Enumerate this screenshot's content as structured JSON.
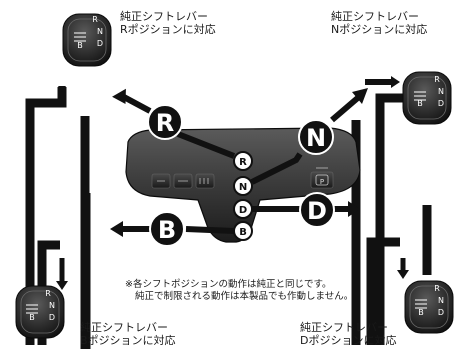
{
  "captions": {
    "top_left": {
      "line1": "純正シフトレバー",
      "line2": "Rポジションに対応"
    },
    "top_right": {
      "line1": "純正シフトレバー",
      "line2": "Nポジションに対応"
    },
    "bottom_left": {
      "line1": "純正シフトレバー",
      "line2": "Bポジションに対応"
    },
    "bottom_right": {
      "line1": "純正シフトレバー",
      "line2": "Dポジションに対応"
    }
  },
  "note": {
    "line1": "※各シフトポジションの動作は純正と同じです。",
    "line2": "純正で制限される動作は本製品でも作動しません。"
  },
  "big_labels": {
    "r": "R",
    "n": "N",
    "d": "D",
    "b": "B"
  },
  "shift_buttons": [
    "R",
    "N",
    "D",
    "B"
  ],
  "knob_letters": {
    "left": "B",
    "right_top": "R",
    "right_mid": "N",
    "right_bot": "D"
  },
  "panel_button_p": "P",
  "colors": {
    "ink": "#111111",
    "panel": "#3a3a3a",
    "panel_dark": "#222222",
    "button": "#2a2a2a"
  }
}
